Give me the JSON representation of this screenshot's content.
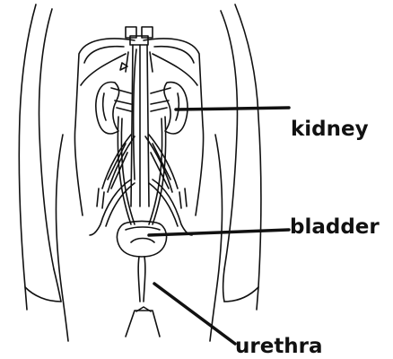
{
  "labels": {
    "kidney": "kidney",
    "bladder": "bladder",
    "urethra": "urethra"
  },
  "colors": {
    "ink": "#111111",
    "background": "#ffffff"
  }
}
